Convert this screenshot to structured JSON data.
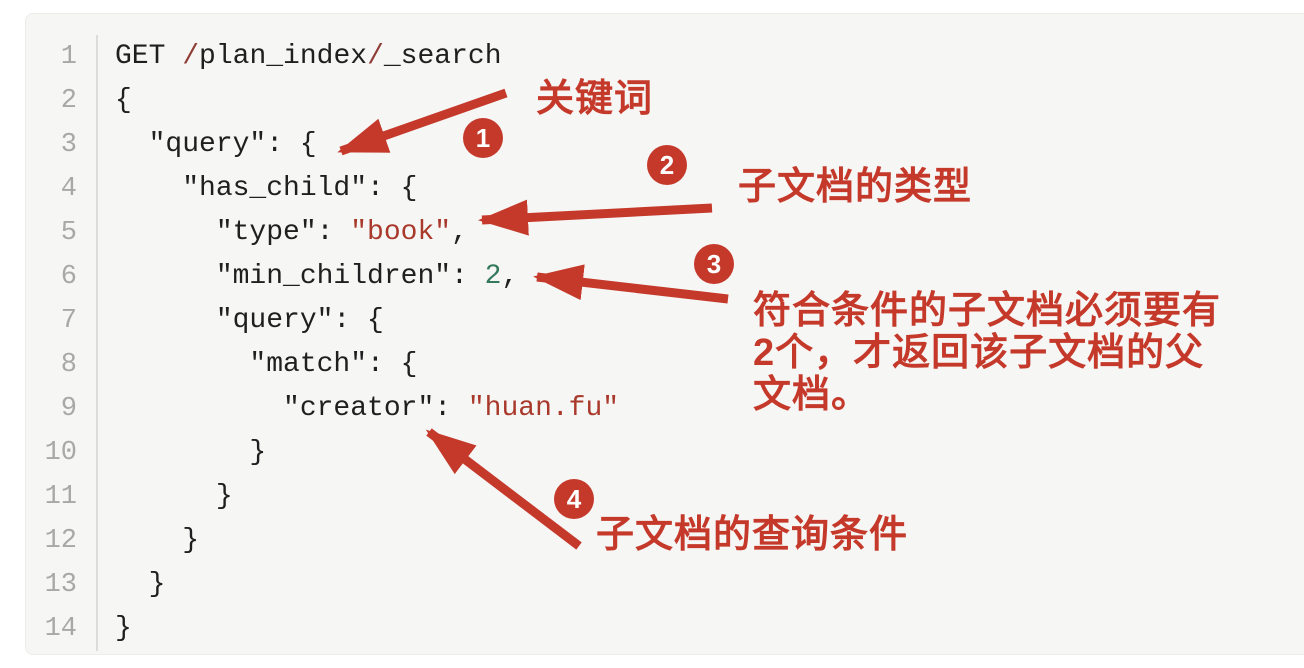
{
  "code_panel": {
    "lines": [
      {
        "no": "1",
        "segments": [
          [
            "GET ",
            "k"
          ],
          [
            "/",
            "sl"
          ],
          [
            "plan_index",
            "k"
          ],
          [
            "/",
            "sl"
          ],
          [
            "_search",
            "k"
          ]
        ]
      },
      {
        "no": "2",
        "segments": [
          [
            "{",
            "k"
          ]
        ]
      },
      {
        "no": "3",
        "segments": [
          [
            "  \"query\": {",
            "k"
          ]
        ]
      },
      {
        "no": "4",
        "segments": [
          [
            "    \"has_child\": {",
            "k"
          ]
        ]
      },
      {
        "no": "5",
        "segments": [
          [
            "      \"type\": ",
            "k"
          ],
          [
            "\"book\"",
            "s"
          ],
          [
            ",",
            "k"
          ]
        ]
      },
      {
        "no": "6",
        "segments": [
          [
            "      \"min_children\": ",
            "k"
          ],
          [
            "2",
            "n"
          ],
          [
            ",",
            "k"
          ]
        ]
      },
      {
        "no": "7",
        "segments": [
          [
            "      \"query\": {",
            "k"
          ]
        ]
      },
      {
        "no": "8",
        "segments": [
          [
            "        \"match\": {",
            "k"
          ]
        ]
      },
      {
        "no": "9",
        "segments": [
          [
            "          \"creator\": ",
            "k"
          ],
          [
            "\"huan.fu\"",
            "s"
          ]
        ]
      },
      {
        "no": "10",
        "segments": [
          [
            "        }",
            "k"
          ]
        ]
      },
      {
        "no": "11",
        "segments": [
          [
            "      }",
            "k"
          ]
        ]
      },
      {
        "no": "12",
        "segments": [
          [
            "    }",
            "k"
          ]
        ]
      },
      {
        "no": "13",
        "segments": [
          [
            "  }",
            "k"
          ]
        ]
      },
      {
        "no": "14",
        "segments": [
          [
            "}",
            "k"
          ]
        ]
      }
    ]
  },
  "annotations": [
    {
      "badge": "1",
      "label": "关键词"
    },
    {
      "badge": "2",
      "label": "子文档的类型"
    },
    {
      "badge": "3",
      "label": "符合条件的子文档必须要有2个，才返回该子文档的父文档。",
      "lines": [
        "符合条件的子文档必须要有",
        "2个，才返回该子文档的父",
        "文档。"
      ]
    },
    {
      "badge": "4",
      "label": "子文档的查询条件"
    }
  ],
  "colors": {
    "annotation_red": "#c5392b",
    "string_red": "#a93a2b",
    "slash_maroon": "#8f3e37",
    "number_green": "#35795d",
    "code_text": "#1f1f1f",
    "line_number_gray": "#a8a8a8",
    "panel_background": "#f6f6f5",
    "page_background": "#ffffff"
  }
}
